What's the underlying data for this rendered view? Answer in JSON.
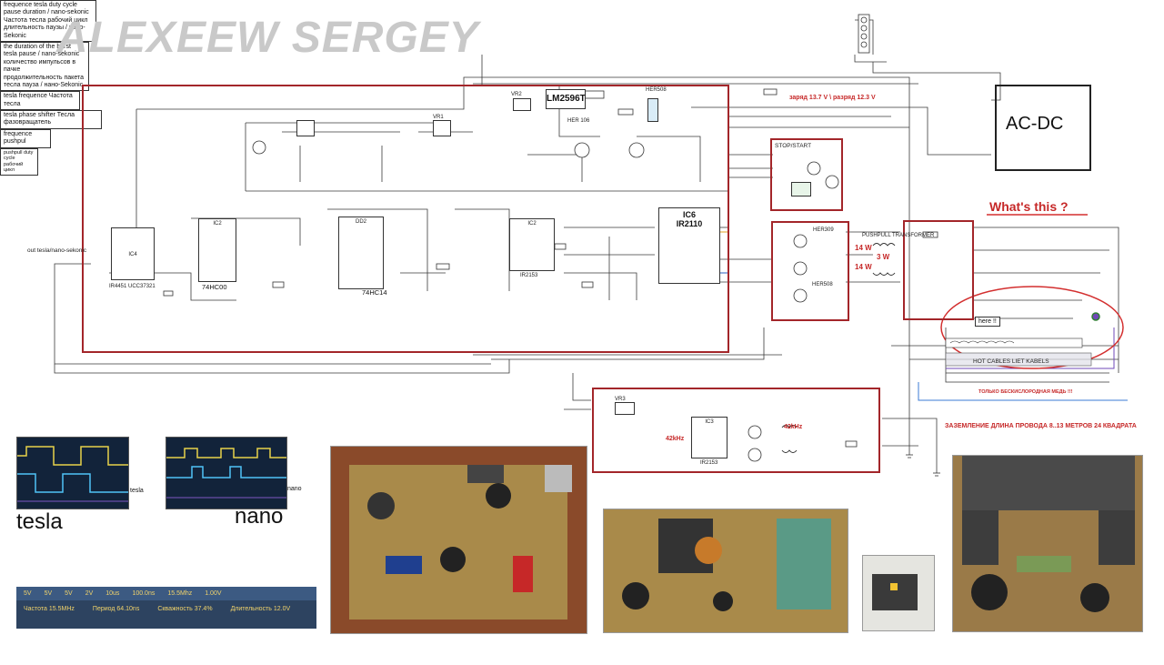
{
  "author": "ALEXEEW SERGEY",
  "blocks": {
    "acdc": "AC-DC",
    "whats_this": "What's this ?",
    "here": "here !!",
    "stop_start": "STOP/START",
    "ground_note": "ЗАЗЕМЛЕНИЕ ДЛИНА ПРОВОДА 8..13 МЕТРОВ 24 КВАДРАТА",
    "copper_note": "ТОЛЬКО БЕСКИСЛОРОДНАЯ МЕДЬ !!!",
    "battery_note": "заряд 13.7 V   \\ разряд 12.3 V",
    "out_label": "out tesla/nano-sekonic",
    "hot_cables": "HOT CABLES   LIET KABELS",
    "pushpull_transformer": "PUSHPULL TRANSFORMER",
    "power_3w": "3 W",
    "power_14w_a": "14 W",
    "power_14w_b": "14 W"
  },
  "chips": {
    "lm2596": "LM2596T",
    "ic6": "IC6",
    "ir2110": "IR2110",
    "ic2": "IC2",
    "ic2_part": "IR2153",
    "ic4": "IC4",
    "ic4_part": "IR4451 UCC37321",
    "ic2b": "IC2",
    "ic2b_part": "74HC00",
    "dd2": "DD2",
    "dd2_part": "74HC14",
    "ic3": "IC3",
    "ic3_part": "IR2153",
    "her": "HER 106",
    "her508": "HER508",
    "her309": "HER309",
    "vr1": "VR1",
    "vr2": "VR2",
    "vr3": "VR3"
  },
  "notes": {
    "duty": [
      "frequence tesla duty cycle",
      "pause duration  / nano-sekonic",
      "Частота тесла рабочий цикл",
      "длительность паузы / нано-Sekonic"
    ],
    "burst": [
      "the duration of the burst",
      "tesla pause / nano-sekonic",
      "количество импульсов в пачке",
      "продолжительность пакета",
      "тесла пауза / нано-Sekonic"
    ],
    "tesla_freq": "tesla  frequence Частота тесла",
    "phase": "tesla  phase shifter  Тесла фазовращатель",
    "pushpull": "frequence pushpul",
    "duty_pushpull": "pushpull duty cycle рабочий цикл",
    "freq_42": "42kHz",
    "freq_42b": "42kHz"
  },
  "scopes": {
    "tesla_small": "tesla",
    "tesla_big": "tesla",
    "nano_small": "nano",
    "nano_big": "nano",
    "status_top": [
      "5V",
      "5V",
      "5V",
      "2V",
      "10us",
      "100.0ns",
      "15.5Mhz",
      "1.00V"
    ],
    "status_bottom": [
      "Частота 15.5MHz",
      "Период 64.10ns",
      "Скважность 37.4%",
      "Длительность 12.0V"
    ]
  },
  "colors": {
    "frame_red": "#a3262a",
    "wire": "#3a3a3a",
    "highlight_red": "#d32f2f",
    "scope_bg": "#12233a",
    "scope_yellow": "#e8d24a",
    "scope_cyan": "#4fc3f7"
  }
}
